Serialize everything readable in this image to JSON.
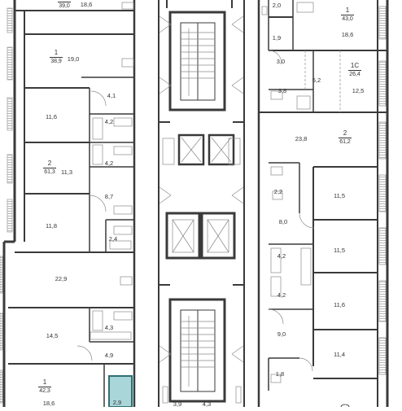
{
  "apartments": [
    {
      "id": "a1",
      "number": "1",
      "total_area": "39,0"
    },
    {
      "id": "a2",
      "number": "1",
      "total_area": "38,9"
    },
    {
      "id": "a3",
      "number": "2",
      "total_area": "61,3"
    },
    {
      "id": "a4",
      "number": "1",
      "total_area": "42,3"
    },
    {
      "id": "a5",
      "number": "1",
      "total_area": "43,0"
    },
    {
      "id": "a6",
      "number": "1С",
      "total_area": "26,4"
    },
    {
      "id": "a7",
      "number": "2",
      "total_area": "61,2"
    }
  ],
  "room_areas": {
    "r1": "18,6",
    "r2": "19,0",
    "r3": "4,1",
    "r4": "11,6",
    "r5": "4,2",
    "r6": "4,2",
    "r7": "11,3",
    "r8": "8,7",
    "r9": "11,8",
    "r10": "2,4",
    "r11": "22,9",
    "r12": "14,5",
    "r13": "4,3",
    "r14": "4,9",
    "r15": "18,6",
    "r16": "2,9",
    "r17": "3,9",
    "r18": "4,3",
    "r19": "2,0",
    "r20": "18,6",
    "r21": "1,9",
    "r22": "3,0",
    "r23": "5,2",
    "r24": "3,8",
    "r25": "12,5",
    "r26": "23,8",
    "r27": "2,2",
    "r28": "11,5",
    "r29": "8,0",
    "r30": "11,5",
    "r31": "4,2",
    "r32": "4,2",
    "r33": "11,6",
    "r34": "9,0",
    "r35": "11,4",
    "r36": "1,8"
  },
  "colors": {
    "wall": "#3a3a3a",
    "thin_line": "#8a8a8a",
    "highlight_fill": "#a9d6d9",
    "highlight_stroke": "#2f6f73",
    "text": "#333333"
  }
}
